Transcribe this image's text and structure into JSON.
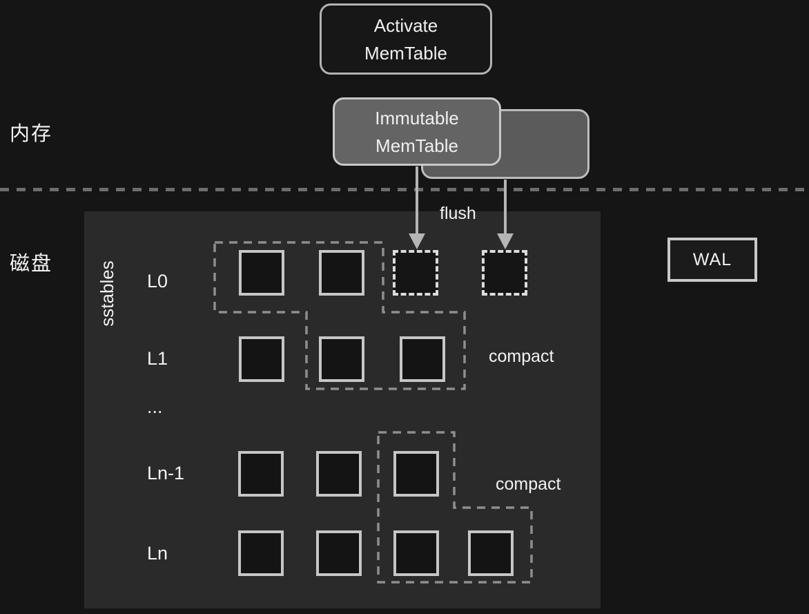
{
  "memory": {
    "region_label": "内存",
    "activate_memtable": {
      "line1": "Activate",
      "line2": "MemTable"
    },
    "immutable_memtable": {
      "line1": "Immutable",
      "line2": "MemTable"
    }
  },
  "disk": {
    "region_label": "磁盘",
    "flush_label": "flush",
    "wal_label": "WAL",
    "sstables_label": "sstables",
    "levels": [
      {
        "label": "L0",
        "solid_squares": 2,
        "dashed_squares": 2
      },
      {
        "label": "L1",
        "solid_squares": 3,
        "dashed_squares": 0
      },
      {
        "label": "...",
        "solid_squares": 0,
        "dashed_squares": 0
      },
      {
        "label": "Ln-1",
        "solid_squares": 3,
        "dashed_squares": 0
      },
      {
        "label": "Ln",
        "solid_squares": 4,
        "dashed_squares": 0
      }
    ],
    "compact_labels": [
      "compact",
      "compact"
    ]
  },
  "colors": {
    "background": "#151515",
    "disk_panel": "#2a2a2a",
    "immutable_box_fill": "#646464",
    "immutable_shadow_fill": "#5b5b5b",
    "box_border": "#c9c9c9",
    "square_border": "#c6c6c6",
    "dashed_square_border": "#dcdcdc",
    "group_outline": "#8e8e8e",
    "divider": "#6d6d6d",
    "arrow": "#b5b5b5",
    "text": "#f0f0f0"
  }
}
